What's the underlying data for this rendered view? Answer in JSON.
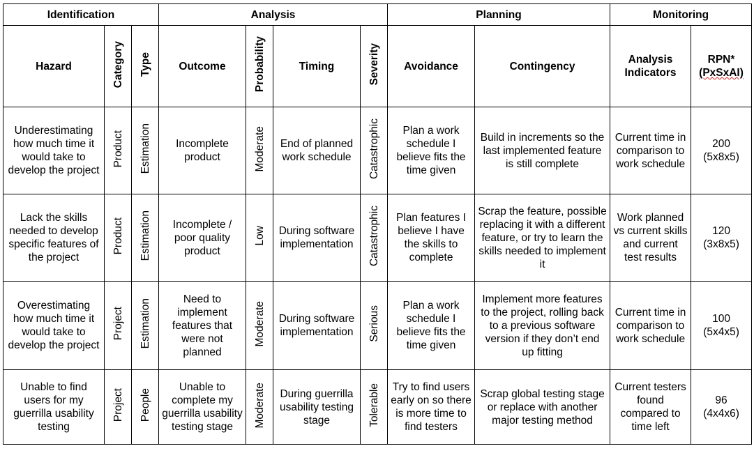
{
  "groups": {
    "identification": "Identification",
    "analysis": "Analysis",
    "planning": "Planning",
    "monitoring": "Monitoring"
  },
  "columns": {
    "hazard": "Hazard",
    "category": "Category",
    "type": "Type",
    "outcome": "Outcome",
    "probability": "Probability",
    "timing": "Timing",
    "severity": "Severity",
    "avoidance": "Avoidance",
    "contingency": "Contingency",
    "indicators": "Analysis Indicators",
    "rpn_prefix": "RPN*",
    "rpn_formula": "(PxSxAI)"
  },
  "rows": [
    {
      "hazard": "Underestimating how much time it would take to develop the project",
      "category": "Product",
      "type": "Estimation",
      "outcome": "Incomplete product",
      "probability": "Moderate",
      "timing": "End of planned work schedule",
      "severity": "Catastrophic",
      "avoidance": "Plan a work schedule I believe fits the time given",
      "contingency": "Build in increments so the last implemented feature is still complete",
      "indicators": "Current time in comparison to work schedule",
      "rpn": "200",
      "rpn_calc": "(5x8x5)"
    },
    {
      "hazard": "Lack the skills needed to develop specific features of the project",
      "category": "Product",
      "type": "Estimation",
      "outcome": "Incomplete / poor quality product",
      "probability": "Low",
      "timing": "During software implementation",
      "severity": "Catastrophic",
      "avoidance": "Plan features I believe I have the skills to complete",
      "contingency": "Scrap the feature, possible replacing it with a different feature, or try to learn the skills needed to implement it",
      "indicators": "Work planned vs current skills and current test results",
      "rpn": "120",
      "rpn_calc": "(3x8x5)"
    },
    {
      "hazard": "Overestimating how much time it would take to develop the project",
      "category": "Project",
      "type": "Estimation",
      "outcome": "Need to implement features that were not planned",
      "probability": "Moderate",
      "timing": "During software implementation",
      "severity": "Serious",
      "avoidance": "Plan a work schedule I believe fits the time given",
      "contingency": "Implement more features to the project, rolling back to a previous software version if they don’t end up fitting",
      "indicators": "Current time in comparison to work schedule",
      "rpn": "100",
      "rpn_calc": "(5x4x5)"
    },
    {
      "hazard": "Unable to find users for my guerrilla usability testing",
      "category": "Project",
      "type": "People",
      "outcome": "Unable to complete my guerrilla usability testing stage",
      "probability": "Moderate",
      "timing": "During guerrilla usability testing stage",
      "severity": "Tolerable",
      "avoidance": "Try to find users early on so there is more time to find testers",
      "contingency": "Scrap global testing stage or replace with another major testing method",
      "indicators": "Current testers found compared to time left",
      "rpn": "96",
      "rpn_calc": "(4x4x6)"
    }
  ]
}
